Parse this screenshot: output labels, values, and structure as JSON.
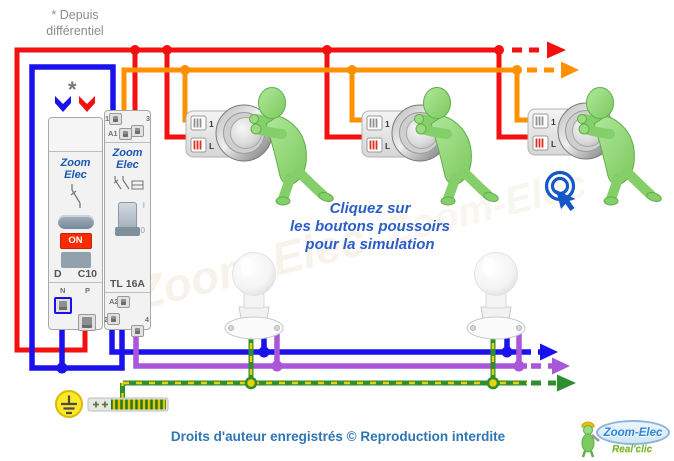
{
  "annotations": {
    "source_note_line1": "* Depuis",
    "source_note_line2": "différentiel",
    "asterisk": "*",
    "instruction_line1": "Cliquez sur",
    "instruction_line2": "les boutons poussoirs",
    "instruction_line3": "pour la simulation",
    "copyright": "Droits d'auteur enregistrés © Reproduction interdite",
    "watermark": "Zoom-Elec"
  },
  "modules": {
    "circuit_breaker": {
      "brand_line1": "Zoom",
      "brand_line2": "Elec",
      "switch_state": "ON",
      "pole_label": "D",
      "curve_label": "C10",
      "terminal_n": "N",
      "terminal_p": "P"
    },
    "teleruptor": {
      "brand_line1": "Zoom",
      "brand_line2": "Elec",
      "type_label": "TL",
      "rating_label": "16A",
      "terminal_1": "1",
      "terminal_3": "3",
      "terminal_a1": "A1",
      "terminal_a2": "A2",
      "terminal_2": "2",
      "terminal_4": "4",
      "lever_on": "I",
      "lever_off": "0"
    }
  },
  "push_buttons": [
    {
      "terminal_top": "1",
      "terminal_bottom": "L"
    },
    {
      "terminal_top": "1",
      "terminal_bottom": "L"
    },
    {
      "terminal_top": "1",
      "terminal_bottom": "L"
    }
  ],
  "lamps": [
    {
      "state": "off"
    },
    {
      "state": "off"
    }
  ],
  "logo": {
    "title": "Zoom-Elec",
    "subtitle": "Real'clic"
  },
  "colors": {
    "phase": "#f50f0f",
    "pushbutton_wire": "#ff9100",
    "neutral": "#1a12ec",
    "switched_live": "#a956d9",
    "earth_green": "#2f8f2f",
    "earth_yellow": "#eecf00",
    "note_text": "#8c8c8c",
    "instruction_text": "#2b5ec6",
    "copyright_text": "#2e75b6",
    "brand_text": "#1a57b0",
    "on_badge": "#ff2a00"
  }
}
